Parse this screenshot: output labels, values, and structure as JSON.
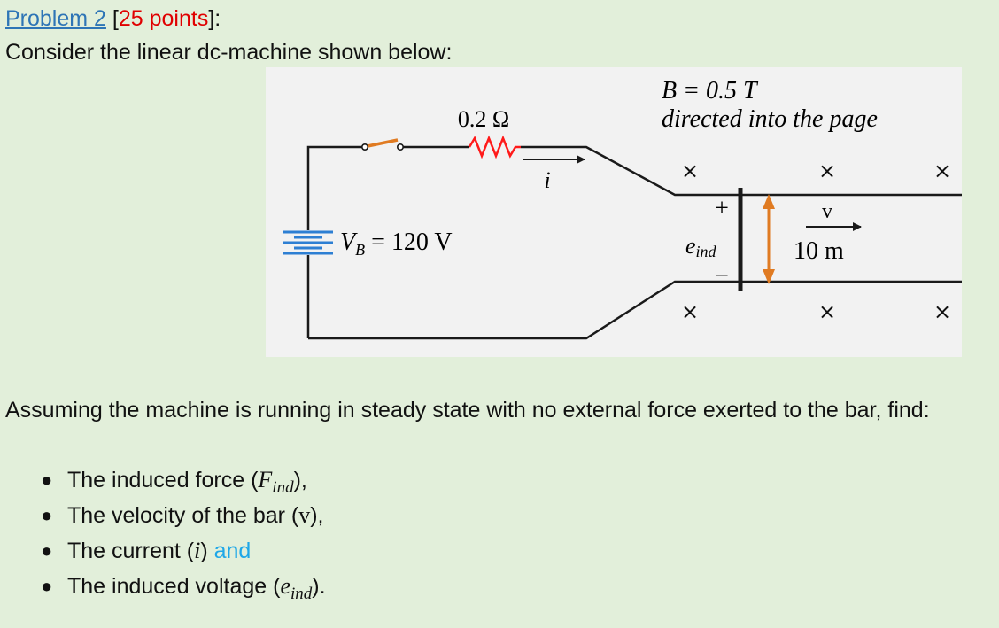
{
  "header": {
    "problem_label": "Problem 2",
    "points_open": "[",
    "points_text": "25 points",
    "points_close": "]:"
  },
  "intro": "Consider the linear dc-machine shown below:",
  "figure": {
    "resistor_label": "0.2 Ω",
    "current_label": "i",
    "battery_label": "V",
    "battery_sub": "B",
    "battery_value": " = 120 V",
    "field_line1": "B = 0.5 T",
    "field_line2": "directed into the page",
    "plus": "+",
    "minus": "−",
    "emf_label": "e",
    "emf_sub": "ind",
    "length_label": "10 m",
    "velocity_label": "v",
    "cross": "×",
    "colors": {
      "wire": "#1a1a1a",
      "switch": "#e07b22",
      "resistor": "#ff1a1a",
      "battery": "#2d7fd3",
      "length_arrow": "#e07b22"
    }
  },
  "question": {
    "line": "Assuming the machine is running in steady state with no external force exerted to the bar, find:"
  },
  "tasks": [
    {
      "pre": "The induced force (",
      "sym": "F",
      "sub": "ind",
      "post": "),"
    },
    {
      "pre": "The velocity of the bar (",
      "sym": "v",
      "sub": "",
      "post": "),"
    },
    {
      "pre": "The current (",
      "sym": "i",
      "sub": "",
      "post": ") ",
      "extra": "and"
    },
    {
      "pre": "The induced voltage (",
      "sym": "e",
      "sub": "ind",
      "post": ")."
    }
  ],
  "bullet": "●"
}
